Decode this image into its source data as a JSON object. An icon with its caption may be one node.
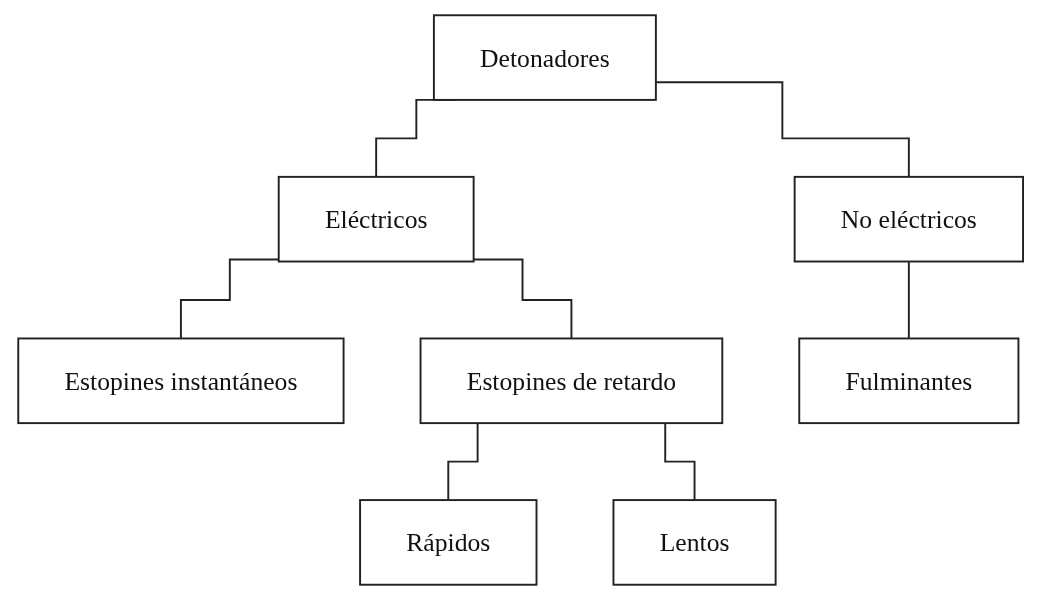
{
  "diagram": {
    "nodes": [
      {
        "text": [
          "Detonadores"
        ]
      },
      {
        "text": [
          "Eléctricos"
        ]
      },
      {
        "text": [
          "No eléctricos"
        ]
      },
      {
        "text": [
          "Estopines instantáneos"
        ]
      },
      {
        "text": [
          "Estopines de retardo"
        ]
      },
      {
        "text": [
          "Fulminantes"
        ]
      },
      {
        "text": [
          "Rápidos"
        ]
      },
      {
        "text": [
          "Lentos"
        ]
      }
    ],
    "edges": [
      {
        "from": 0,
        "to": 1,
        "arrow": "none"
      },
      {
        "from": 0,
        "to": 2,
        "arrow": "none"
      },
      {
        "from": 1,
        "to": 3,
        "arrow": "none"
      },
      {
        "from": 1,
        "to": 4,
        "arrow": "none"
      },
      {
        "from": 2,
        "to": 5,
        "arrow": "none"
      },
      {
        "from": 4,
        "to": 6,
        "arrow": "none"
      },
      {
        "from": 4,
        "to": 7,
        "arrow": "none"
      }
    ]
  }
}
